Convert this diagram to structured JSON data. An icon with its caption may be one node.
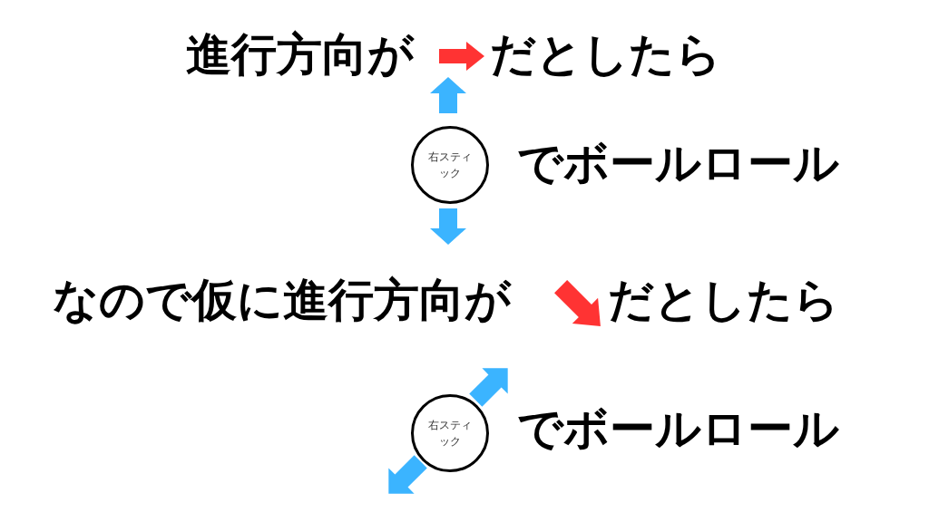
{
  "diagram": {
    "nodes": [
      {
        "text": [
          "右スティック"
        ]
      },
      {
        "text": [
          "右スティック"
        ]
      }
    ],
    "labels": [
      "進行方向が",
      "だとしたら",
      "でボールロール",
      "なので仮に進行方向が",
      "だとしたら",
      "でボールロール"
    ]
  }
}
